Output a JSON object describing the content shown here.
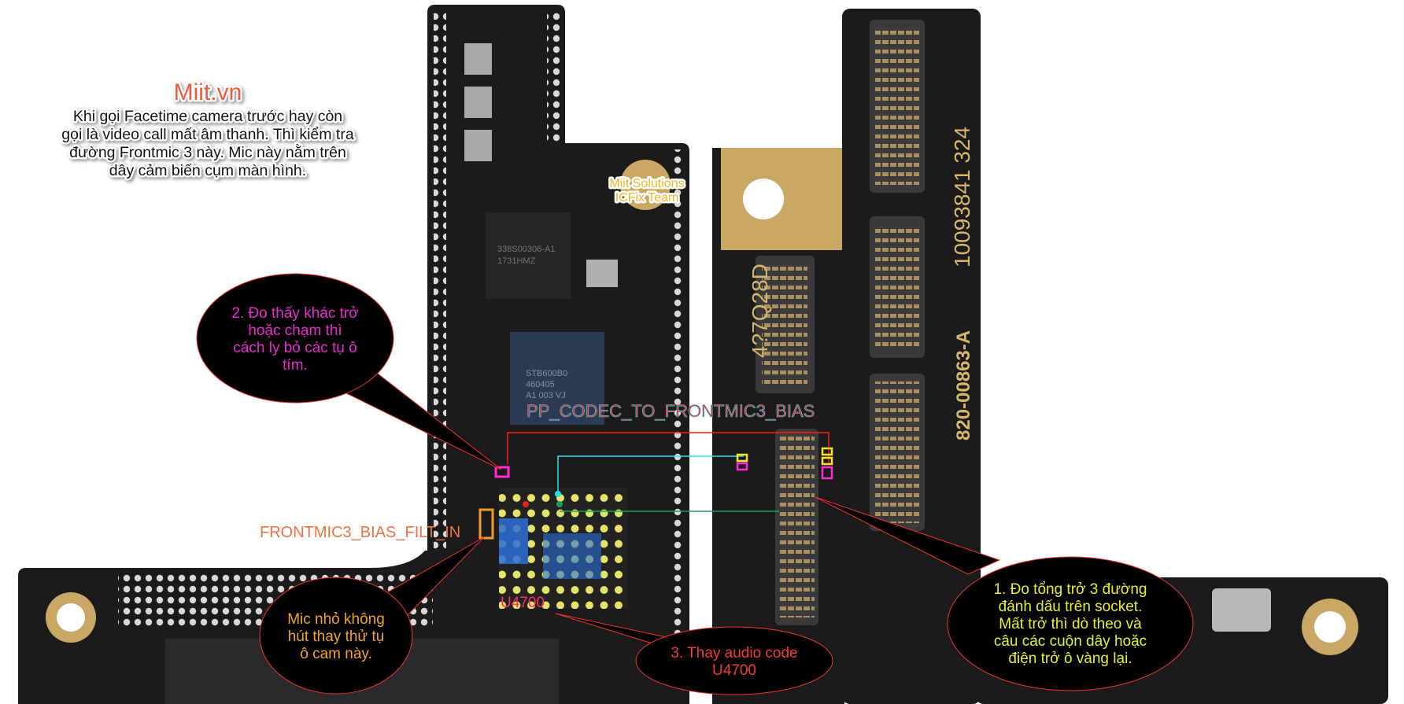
{
  "brand": "Miit.vn",
  "intro": {
    "lines": [
      "Khi gọi Facetime camera trước hay còn",
      "gọi là video call mất âm thanh. Thì kiểm tra",
      "đường Frontmic 3 này. Mic này nằm trên",
      "dây cảm biến cụm màn hình."
    ]
  },
  "watermark": {
    "line1": "Miit Solutions",
    "line2": "ICFix Team"
  },
  "nets": {
    "codec_bias": "PP_CODEC_TO_FRONTMIC3_BIAS",
    "bias_filt": "FRONTMIC3_BIAS_FILT_IN",
    "chip": "U4700"
  },
  "board_marks": {
    "chip_text": [
      "338S00306-A1",
      "1731HMZ"
    ],
    "codec_text": [
      "STB600B0",
      "460405",
      "A1 003 VJ"
    ],
    "middle_serial": "4?7Q28D",
    "right_serial_1": "10093841 324",
    "right_serial_2": "820-00863-A"
  },
  "callouts": {
    "step1": [
      "1. Đo tổng trở 3 đường",
      "đánh dấu trên socket.",
      "Mất trở thì dò theo và",
      "câu các cuộn dây hoặc",
      "điện trở ô vàng lại."
    ],
    "step2": [
      "2. Đo thấy khác trở",
      "hoặc chạm thì",
      "cách ly bỏ các tụ ô",
      "tím."
    ],
    "step3": [
      "3. Thay audio code",
      "U4700"
    ],
    "mic": [
      "Mic nhỏ không",
      "hút thay thử tụ",
      "ô cam này."
    ]
  },
  "colors": {
    "brand": "#f05a3c",
    "step1": "#e6f02a",
    "step2": "#ea2bd0",
    "step3": "#f23a3a",
    "mic": "#f2a626",
    "board": "#1c1b1c",
    "gold": "#c9a865"
  }
}
